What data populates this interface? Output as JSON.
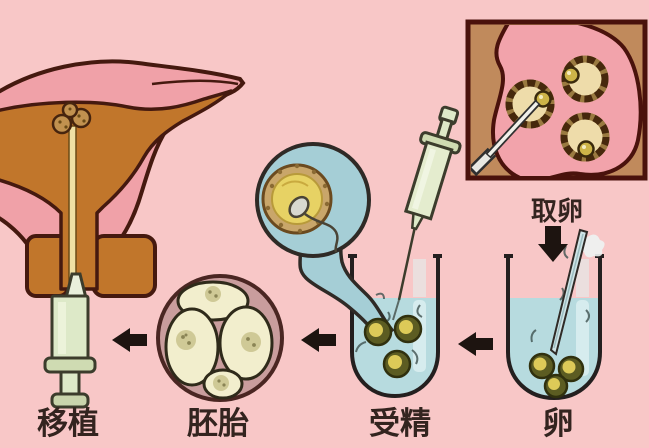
{
  "diagram": {
    "background_color": "#f8c7c7",
    "direction": "right-to-left",
    "steps": [
      {
        "id": "egg-retrieval",
        "label": "取卵"
      },
      {
        "id": "egg",
        "label": "卵"
      },
      {
        "id": "fertilization",
        "label": "受精"
      },
      {
        "id": "embryo",
        "label": "胚胎"
      },
      {
        "id": "transfer",
        "label": "移植"
      }
    ],
    "colors": {
      "background": "#f8c7c7",
      "outline_dark": "#45190f",
      "uterus_pink": "#f0a1a8",
      "uterus_cavity_orange": "#c1762b",
      "inset_background_tan": "#c08a5c",
      "inset_ovary_pink": "#f2a3ab",
      "follicle_cream": "#eedcaa",
      "follicle_nucleus_olive": "#cdb448",
      "beaker_liquid_blue": "#b7dbdf",
      "magnifier_blue": "#a5ced6",
      "egg_yolk_yellow": "#e7d264",
      "egg_in_dish_olive": "#5c5c22",
      "syringe_pale_green": "#dde9c8",
      "embryo_ring_mauve": "#c99d9d",
      "embryo_cell_cream": "#f2eecd",
      "arrow_black": "#1d1410",
      "label_text": "#33241f"
    }
  }
}
